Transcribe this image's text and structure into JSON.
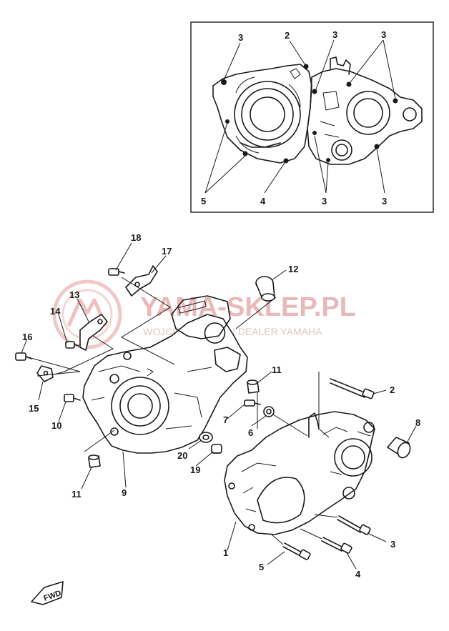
{
  "watermark": {
    "main": "YAMA-SKLEP.PL",
    "sub": "WOJCIECHOWICZ | DEALER YAMAHA"
  },
  "fwd_label": "FWD",
  "inset_callouts": [
    {
      "id": "inset-3a",
      "text": "3"
    },
    {
      "id": "inset-2",
      "text": "2"
    },
    {
      "id": "inset-3b",
      "text": "3"
    },
    {
      "id": "inset-3c",
      "text": "3"
    },
    {
      "id": "inset-5",
      "text": "5"
    },
    {
      "id": "inset-4",
      "text": "4"
    },
    {
      "id": "inset-3d",
      "text": "3"
    },
    {
      "id": "inset-3e",
      "text": "3"
    }
  ],
  "main_callouts": [
    {
      "id": "c18",
      "text": "18"
    },
    {
      "id": "c17",
      "text": "17"
    },
    {
      "id": "c12",
      "text": "12"
    },
    {
      "id": "c13",
      "text": "13"
    },
    {
      "id": "c14",
      "text": "14"
    },
    {
      "id": "c16",
      "text": "16"
    },
    {
      "id": "c15",
      "text": "15"
    },
    {
      "id": "c11a",
      "text": "11"
    },
    {
      "id": "c2",
      "text": "2"
    },
    {
      "id": "c7",
      "text": "7"
    },
    {
      "id": "c6",
      "text": "6"
    },
    {
      "id": "c8",
      "text": "8"
    },
    {
      "id": "c10",
      "text": "10"
    },
    {
      "id": "c20",
      "text": "20"
    },
    {
      "id": "c19",
      "text": "19"
    },
    {
      "id": "c11b",
      "text": "11"
    },
    {
      "id": "c9",
      "text": "9"
    },
    {
      "id": "c3",
      "text": "3"
    },
    {
      "id": "c1",
      "text": "1"
    },
    {
      "id": "c5",
      "text": "5"
    },
    {
      "id": "c4",
      "text": "4"
    }
  ]
}
